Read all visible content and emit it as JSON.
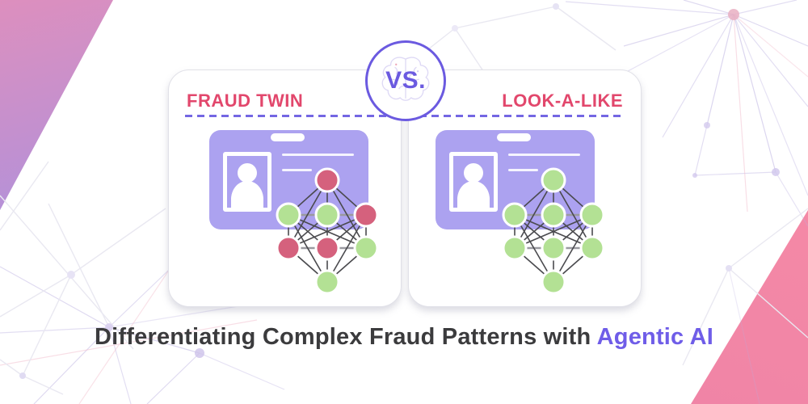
{
  "badge": {
    "label": "VS."
  },
  "panels": {
    "left": {
      "title": "FRAUD TWIN",
      "node_states": [
        "fraud",
        "normal",
        "normal",
        "fraud",
        "fraud",
        "fraud",
        "normal",
        "normal"
      ]
    },
    "right": {
      "title": "LOOK-A-LIKE",
      "node_states": [
        "normal",
        "normal",
        "normal",
        "normal",
        "normal",
        "normal",
        "normal",
        "normal"
      ]
    }
  },
  "caption": {
    "prefix": "Differentiating Complex Fraud Patterns with ",
    "highlight": "Agentic AI"
  },
  "colors": {
    "fraud_node": "#D5617D",
    "normal_node": "#B3E194",
    "accent_purple": "#6B5AE0",
    "heading_pink": "#E2476C",
    "dash_purple": "#7466E3",
    "id_card_purple": "#ACA2F0",
    "edge_dark": "#4A4A4E",
    "edge_light": "#9A9AA0",
    "caption_dark": "#3B3B3D",
    "caption_highlight": "#6F5DE8",
    "triangle_top_left_from": "#DD8FBE",
    "triangle_top_left_to": "#A18CE0",
    "triangle_bottom_right_from": "#F78CA6",
    "triangle_bottom_right_to": "#E87FAB"
  }
}
